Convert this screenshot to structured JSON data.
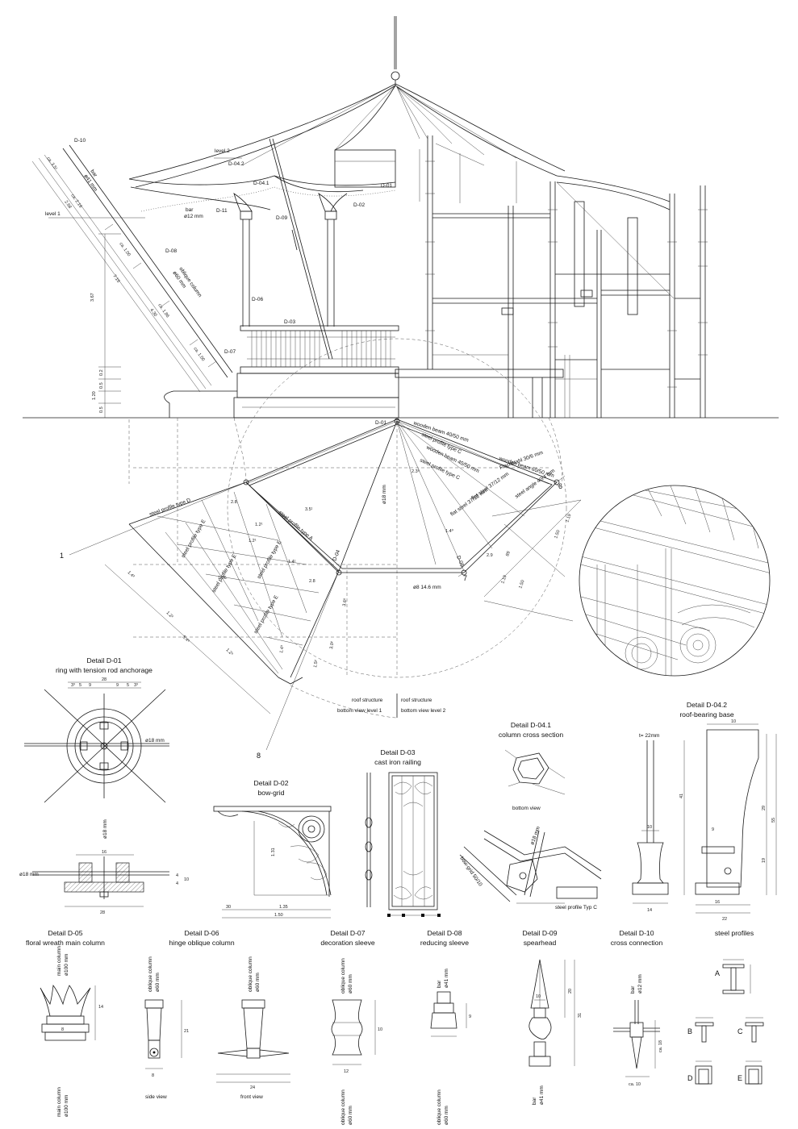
{
  "top": {
    "labels": {
      "d10": "D-10",
      "d042": "D-04.2",
      "d041": "D-04.1",
      "d01": "D-01",
      "d02": "D-02",
      "d11": "D-11",
      "d09": "D-09",
      "d08": "D-08",
      "d06": "D-06",
      "d03": "D-03",
      "d07": "D-07",
      "level2": "level 2",
      "level1": "level 1",
      "bar1": "bar",
      "bar1_d": "ø41 mm",
      "bar2": "bar",
      "bar2_d": "ø12 mm",
      "oblique": "oblique column",
      "oblique_d": "ø60 mm"
    },
    "dims": {
      "a": "ca. 3.5¹",
      "b": "ca. 2.19",
      "c": "2.68",
      "d": "ca. 1.00",
      "e": "7.15",
      "f": "ca. 1.86",
      "g": "4.30",
      "h": "ca. 1.00",
      "i": "3.67",
      "j": "1.20",
      "k": "0.2",
      "l": "0.5",
      "m": "0.5"
    }
  },
  "plan": {
    "labels": {
      "d01": "D-01",
      "d04": "D-04",
      "d05": "D-05",
      "spd": "steel profile type D",
      "spa": "steel profile type A",
      "spe1": "steel profile type E",
      "spe2": "steel profile type E",
      "spe3": "steel profile type E",
      "spe4": "steel profile type E",
      "spc1": "steel profile type C",
      "spc2": "steel profile type C",
      "wb1": "wooden beam 40/50 mm",
      "wb2": "wooden beam 60/50 mm",
      "wb3": "wooden beam 40/50 mm",
      "flst1": "Flachstahl 30/6 mm",
      "flst2": "flat steel 37/12 mm",
      "flst3": "flat steel 37/12 mm",
      "angle": "steel angle 40/4 mm",
      "dia18": "ø18 mm",
      "dia146": "ø8 14.6 mm",
      "n1": "1",
      "n6": "6",
      "n7": "7",
      "n8": "8"
    },
    "dims": {
      "d1": "3.5¹",
      "d2": "1.2¹",
      "d3": "1.2¹",
      "d4": "1.36",
      "d5": "1.4¹",
      "d6": "1.2²",
      "d7": "5.4⁶",
      "d8": "1.2⁹",
      "d9": "1.4³",
      "d10": "1.5²",
      "d11": "3.0²",
      "d12": "3.6⁰",
      "d13": "1.4³",
      "d14": "2.3⁶",
      "d15": "1.4⁰",
      "d16": "1.19",
      "d17": "1.50",
      "d18": "89",
      "d19": "1.19",
      "d20": "1.50",
      "d21": "2.8",
      "d22": "2.8",
      "d23": "2.9"
    },
    "caption_left_1": "roof structure",
    "caption_left_2": "bottom view level 1",
    "caption_right_1": "roof structure",
    "caption_right_2": "bottom view level 2"
  },
  "details": {
    "d01": {
      "title": "Detail D-01",
      "subtitle": "ring with tension rod anchorage",
      "dia_a": "ø18 mm",
      "dia_b": "ø18 mm",
      "dia_c": "ø18 mm",
      "dims": [
        "3³",
        "5",
        "9",
        "28",
        "9",
        "5",
        "3³"
      ],
      "dim_w": "28",
      "dim_h": "16",
      "v1": "4",
      "v2": "4",
      "v3": "10"
    },
    "d02": {
      "title": "Detail D-02",
      "subtitle": "bow-grid",
      "h": "1.31",
      "w1": "1.35",
      "w2": "1.50",
      "w0": "30"
    },
    "d03": {
      "title": "Detail D-03",
      "subtitle": "cast iron railing"
    },
    "d041": {
      "title": "Detail D-04.1",
      "subtitle": "column cross section",
      "bottom": "bottom view",
      "dia": "ø18 mm",
      "bg": "bow-grid 50/10",
      "sp": "steel profile Typ C"
    },
    "d042": {
      "title": "Detail D-04.2",
      "subtitle": "roof-bearing base",
      "t": "t= 22mm",
      "w": "10",
      "h1": "41",
      "h2": "29",
      "h3": "55",
      "h4": "19",
      "b1": "14",
      "b2": "16",
      "b3": "22",
      "c": "9"
    },
    "d05": {
      "title": "Detail D-05",
      "subtitle": "floral wreath main column",
      "top1": "main column",
      "top2": "ø100 mm",
      "bot1": "main column",
      "bot2": "ø100 mm",
      "h": "14",
      "w": "8"
    },
    "d06": {
      "title": "Detail D-06",
      "subtitle": "hinge oblique column",
      "t1": "oblique column",
      "t2": "ø60 mm",
      "t3": "oblique column",
      "t4": "ø60 mm",
      "sv": "side view",
      "fv": "front view",
      "w": "8",
      "h": "21",
      "fw": "24"
    },
    "d07": {
      "title": "Detail D-07",
      "subtitle": "decoration sleeve",
      "t1": "oblique column",
      "t2": "ø60 mm",
      "b1": "oblique column",
      "b2": "ø60 mm",
      "w": "12",
      "h": "10"
    },
    "d08": {
      "title": "Detail D-08",
      "subtitle": "reducing sleeve",
      "t1": "bar",
      "t2": "ø41 mm",
      "b1": "oblique column",
      "b2": "ø60 mm",
      "h": "9"
    },
    "d09": {
      "title": "Detail D-09",
      "subtitle": "spearhead",
      "b1": "bar",
      "b2": "ø41 mm",
      "h1": "20",
      "h2": "31",
      "w": "10"
    },
    "d10": {
      "title": "Detail D-10",
      "subtitle": "cross connection",
      "t1": "bar",
      "t2": "ø12 mm",
      "w": "ca. 10",
      "h": "ca. 18"
    },
    "sp": {
      "title": "steel profiles",
      "a": "A",
      "b": "B",
      "c": "C",
      "d": "D",
      "e": "E"
    }
  }
}
